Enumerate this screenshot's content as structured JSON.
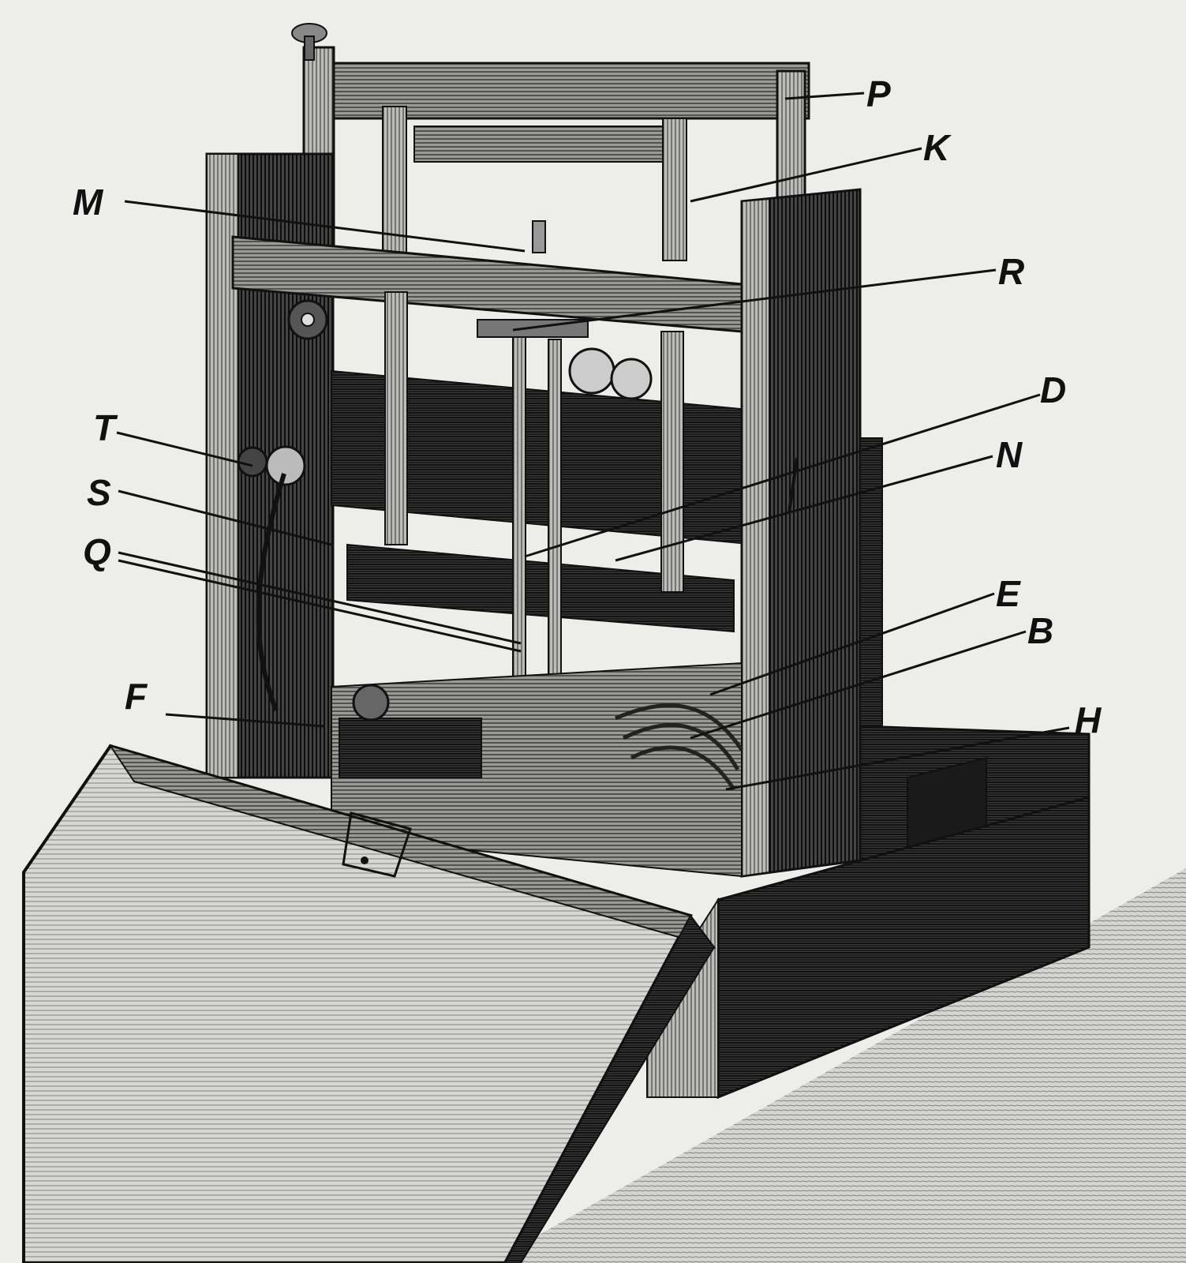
{
  "figure": {
    "labels": {
      "P": "P",
      "K": "K",
      "M": "M",
      "R": "R",
      "D": "D",
      "N": "N",
      "T": "T",
      "S": "S",
      "Q": "Q",
      "E": "E",
      "B": "B",
      "F": "F",
      "H": "H"
    },
    "colors": {
      "ink": "#111111",
      "paper": "#f3f3f1",
      "dark": "#2a2a2a",
      "mid": "#6e6e6e",
      "light": "#c9c9c6"
    }
  }
}
